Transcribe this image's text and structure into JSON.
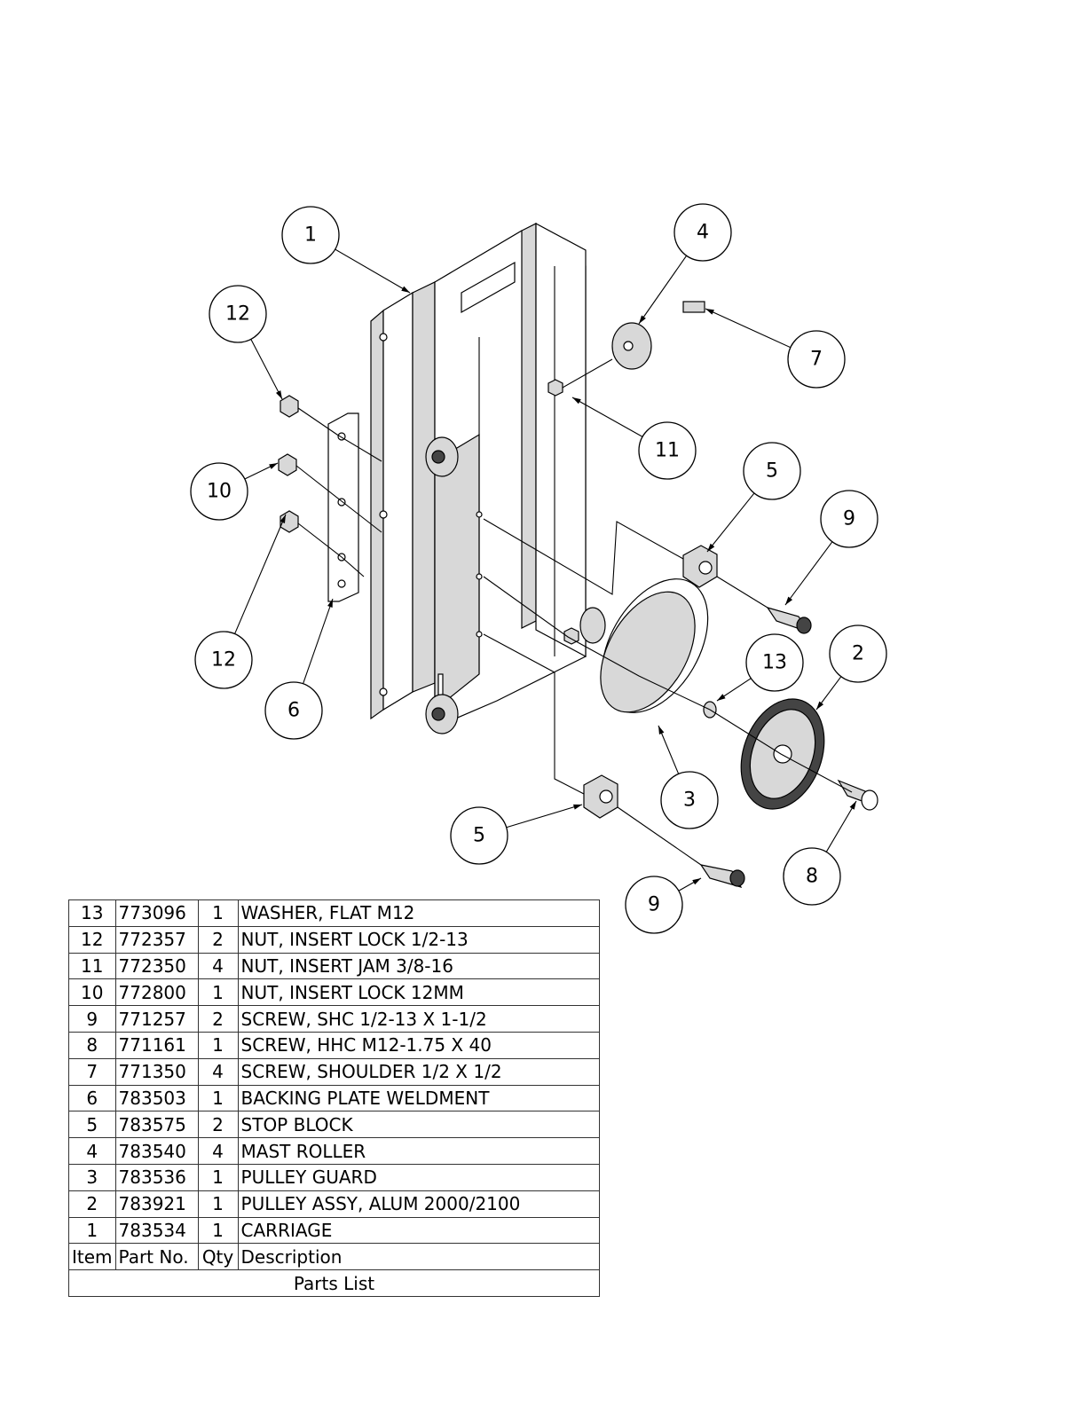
{
  "balloons": [
    "1",
    "4",
    "12",
    "7",
    "11",
    "5",
    "9",
    "10",
    "12",
    "6",
    "13",
    "2",
    "3",
    "5",
    "8",
    "9"
  ],
  "parts_list": {
    "title": "Parts List",
    "headers": {
      "item": "Item",
      "part_no": "Part No.",
      "qty": "Qty",
      "description": "Description"
    },
    "rows": [
      {
        "item": "13",
        "part_no": "773096",
        "qty": "1",
        "description": "WASHER, FLAT M12"
      },
      {
        "item": "12",
        "part_no": "772357",
        "qty": "2",
        "description": "NUT, INSERT LOCK 1/2-13"
      },
      {
        "item": "11",
        "part_no": "772350",
        "qty": "4",
        "description": "NUT, INSERT JAM 3/8-16"
      },
      {
        "item": "10",
        "part_no": "772800",
        "qty": "1",
        "description": "NUT, INSERT LOCK 12MM"
      },
      {
        "item": "9",
        "part_no": "771257",
        "qty": "2",
        "description": "SCREW, SHC 1/2-13 X 1-1/2"
      },
      {
        "item": "8",
        "part_no": "771161",
        "qty": "1",
        "description": "SCREW, HHC M12-1.75 X 40"
      },
      {
        "item": "7",
        "part_no": "771350",
        "qty": "4",
        "description": "SCREW, SHOULDER 1/2 X 1/2"
      },
      {
        "item": "6",
        "part_no": "783503",
        "qty": "1",
        "description": "BACKING PLATE WELDMENT"
      },
      {
        "item": "5",
        "part_no": "783575",
        "qty": "2",
        "description": "STOP BLOCK"
      },
      {
        "item": "4",
        "part_no": "783540",
        "qty": "4",
        "description": "MAST ROLLER"
      },
      {
        "item": "3",
        "part_no": "783536",
        "qty": "1",
        "description": "PULLEY GUARD"
      },
      {
        "item": "2",
        "part_no": "783921",
        "qty": "1",
        "description": "PULLEY ASSY, ALUM 2000/2100"
      },
      {
        "item": "1",
        "part_no": "783534",
        "qty": "1",
        "description": "CARRIAGE"
      }
    ]
  }
}
